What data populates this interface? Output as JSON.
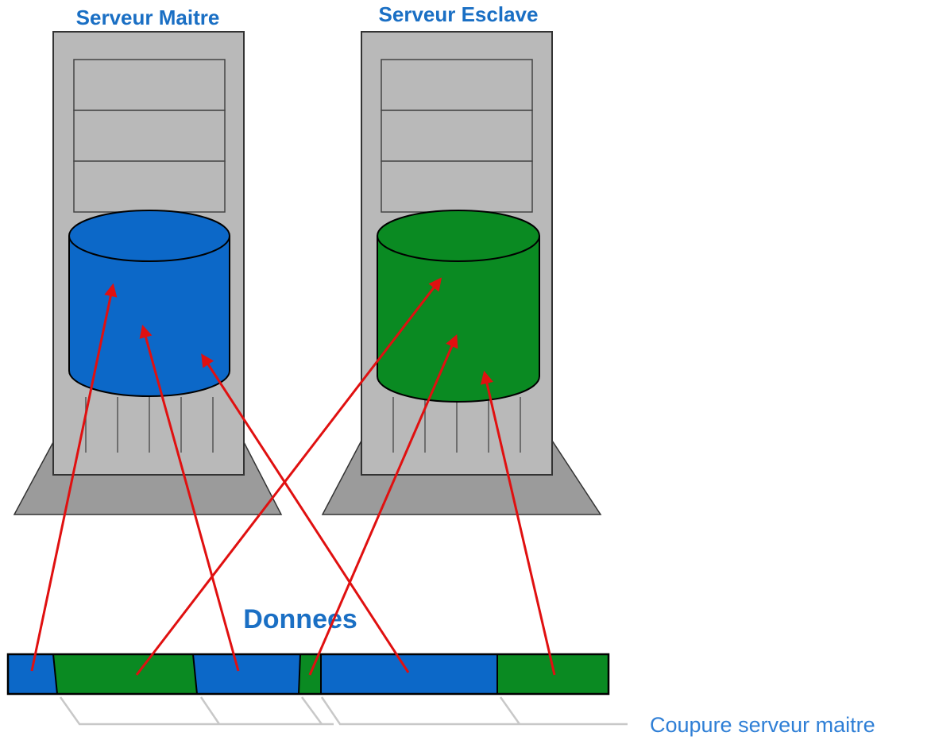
{
  "servers": {
    "master": {
      "label": "Serveur Maitre",
      "disk_color": "#0c68c8"
    },
    "slave": {
      "label": "Serveur Esclave",
      "disk_color": "#0a8a22"
    }
  },
  "data_bar": {
    "label": "Donnees",
    "segments": [
      "master",
      "slave",
      "master",
      "slave",
      "master",
      "slave"
    ]
  },
  "caption": "Coupure serveur maitre",
  "colors": {
    "label_blue": "#1a6fc4",
    "arrow_red": "#e01010",
    "tower_gray": "#b9b9b9",
    "base_gray": "#9b9b9b",
    "bracket_gray": "#c8c8c8"
  }
}
